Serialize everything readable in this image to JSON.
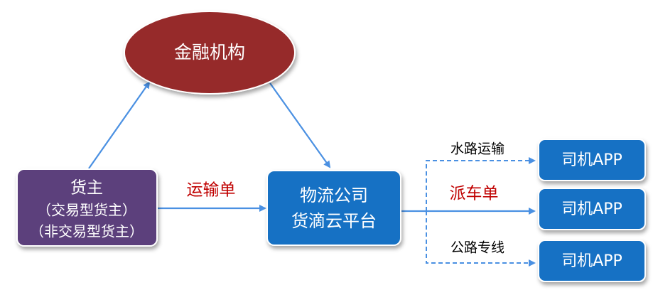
{
  "nodes": {
    "finance": {
      "label": "金融机构",
      "color": "#962a2a"
    },
    "shipper": {
      "label": "货主",
      "line2": "（交易型货主）",
      "line3": "（非交易型货主）",
      "color": "#5b3f7c"
    },
    "platform": {
      "line1": "物流公司",
      "line2": "货滴云平台",
      "color": "#1471c4"
    },
    "driver_app_1": {
      "label": "司机APP"
    },
    "driver_app_2": {
      "label": "司机APP"
    },
    "driver_app_3": {
      "label": "司机APP"
    }
  },
  "edges": {
    "transport_order": {
      "label": "运输单",
      "color": "#c00000"
    },
    "dispatch_order": {
      "label": "派车单",
      "color": "#c00000"
    },
    "water_transport": {
      "label": "水路运输",
      "color": "#000000"
    },
    "highway_line": {
      "label": "公路专线",
      "color": "#000000"
    }
  },
  "colors": {
    "arrow": "#4a90e2",
    "driver_box": "#1471c4"
  }
}
